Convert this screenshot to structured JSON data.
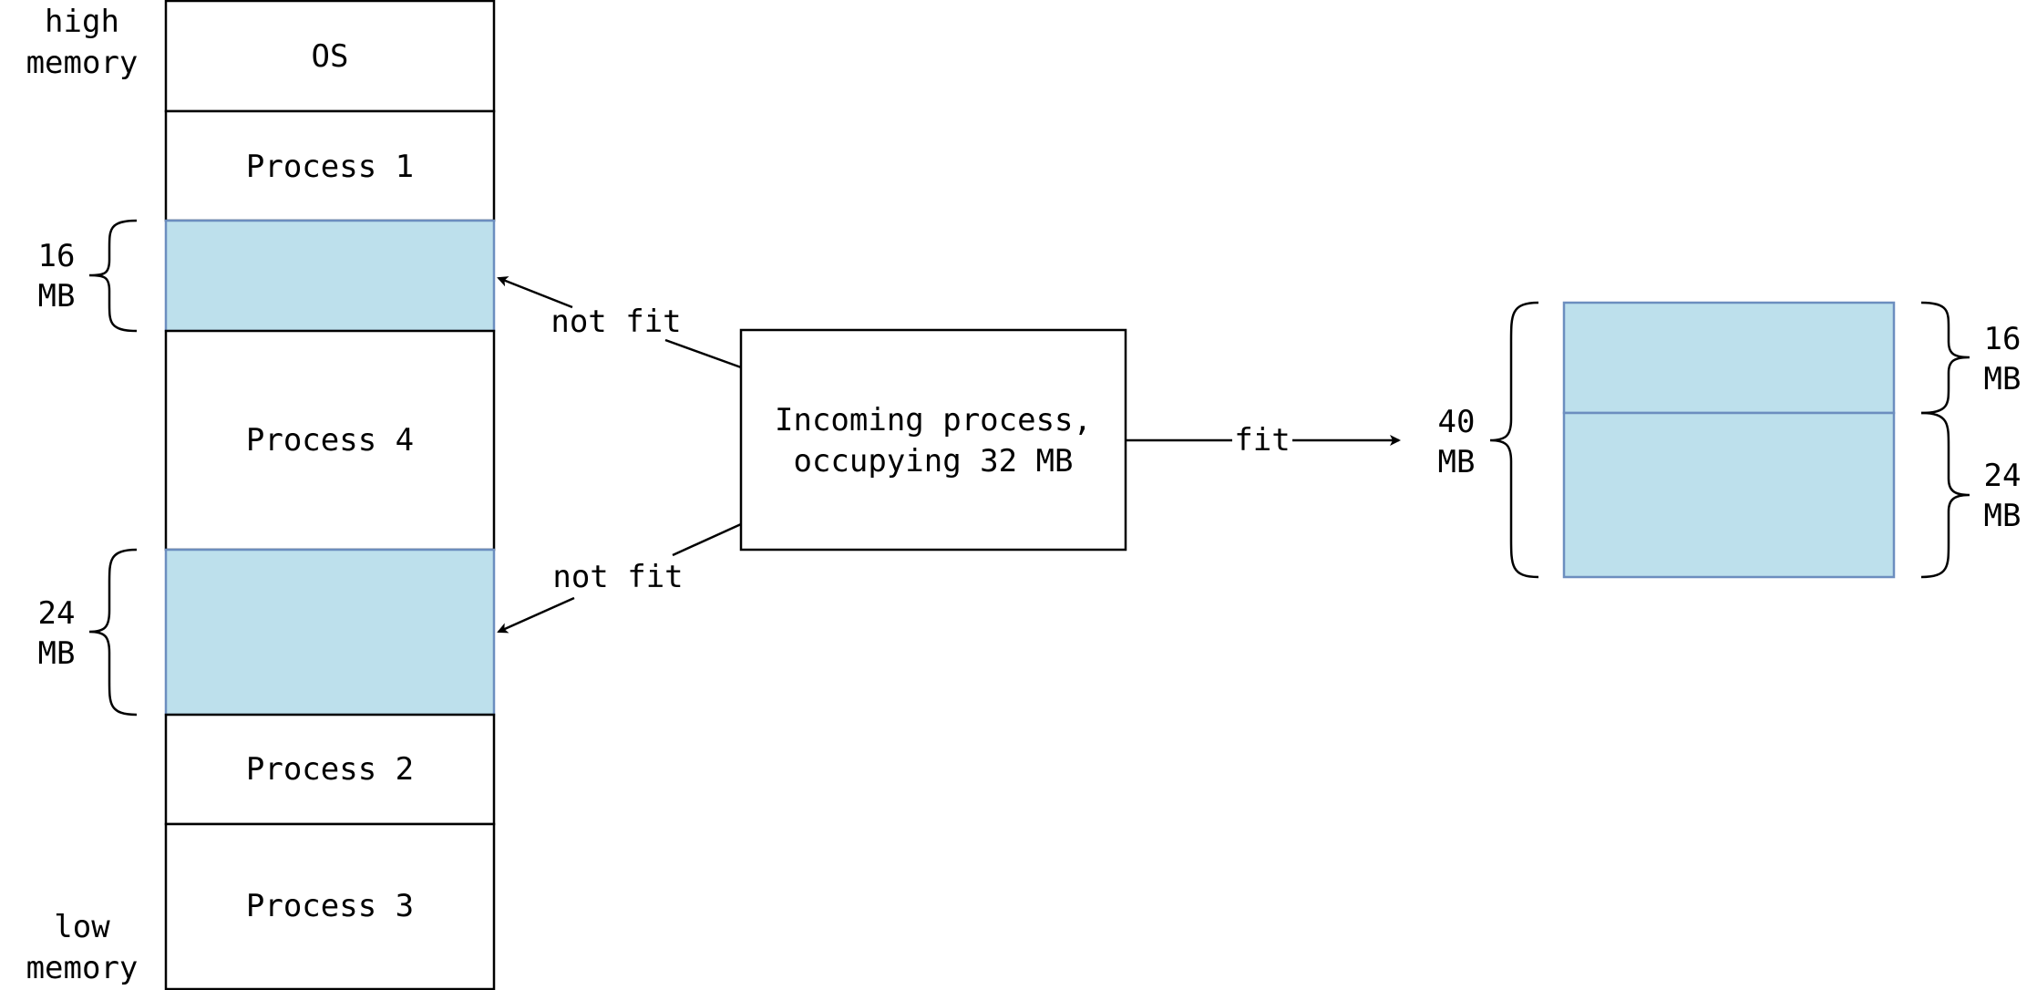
{
  "title": "Memory fragmentation: incoming process does not fit in separate holes but fits after compaction",
  "colors": {
    "hole_fill": "#bde0ec",
    "hole_stroke": "#6c8ebf",
    "block_fill": "#ffffff",
    "line": "#000000",
    "background": "#ffffff"
  },
  "memory_labels": {
    "high_line1": "high",
    "high_line2": "memory",
    "low_line1": "low",
    "low_line2": "memory"
  },
  "memory_blocks": [
    {
      "name": "os",
      "label": "OS",
      "is_hole": false
    },
    {
      "name": "process-1",
      "label": "Process 1",
      "is_hole": false
    },
    {
      "name": "hole-16mb",
      "label": "",
      "is_hole": true
    },
    {
      "name": "process-4",
      "label": "Process 4",
      "is_hole": false
    },
    {
      "name": "hole-24mb",
      "label": "",
      "is_hole": true
    },
    {
      "name": "process-2",
      "label": "Process 2",
      "is_hole": false
    },
    {
      "name": "process-3",
      "label": "Process 3",
      "is_hole": false
    }
  ],
  "hole_sizes": {
    "left_16_num": "16",
    "left_16_unit": "MB",
    "left_24_num": "24",
    "left_24_unit": "MB"
  },
  "incoming": {
    "line1": "Incoming process,",
    "line2": "occupying 32 MB"
  },
  "edges": {
    "not_fit_top": "not fit",
    "not_fit_bottom": "not fit",
    "fit": "fit"
  },
  "compacted": {
    "total_num": "40",
    "total_unit": "MB",
    "upper_num": "16",
    "upper_unit": "MB",
    "lower_num": "24",
    "lower_unit": "MB"
  }
}
